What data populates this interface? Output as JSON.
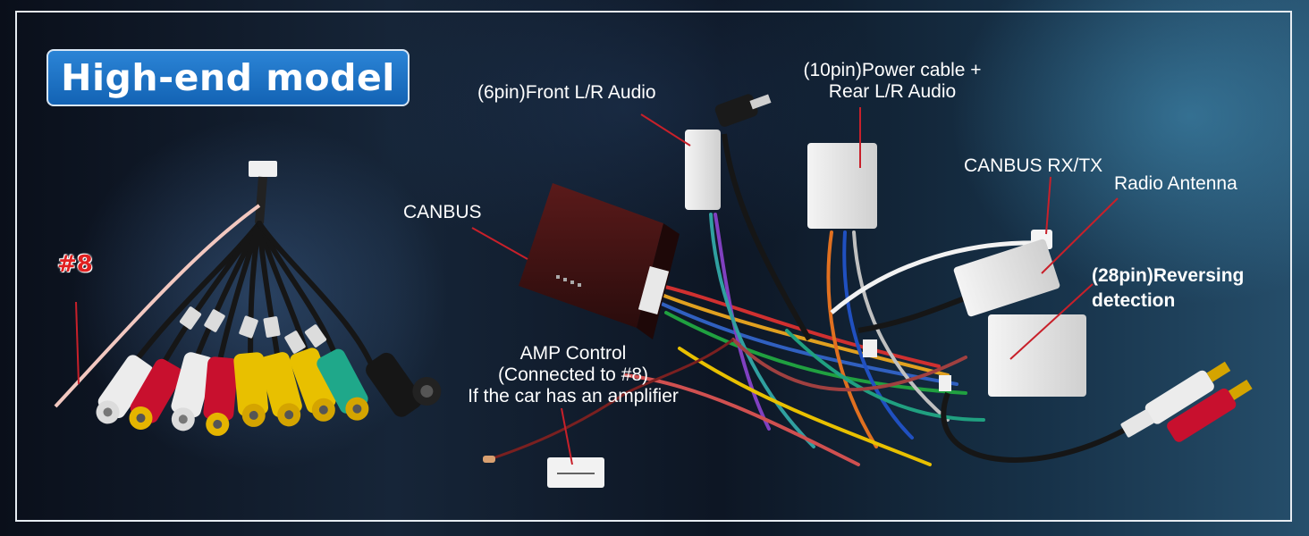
{
  "title": "High-end model",
  "labels": {
    "tag8": "#8",
    "canbus": "CANBUS",
    "front_audio": "(6pin)Front L/R Audio",
    "power_line1": "(10pin)Power cable +",
    "power_line2": "Rear L/R Audio",
    "canbus_rxtx": "CANBUS RX/TX",
    "radio_antenna": "Radio Antenna",
    "reversing_line1": "(28pin)Reversing",
    "reversing_line2": "detection",
    "amp_line1": "AMP Control",
    "amp_line2": "(Connected to #8)",
    "amp_line3": "If the car has an amplifier"
  },
  "colors": {
    "badge": "#1a6fc4",
    "callout_line": "#c8202a",
    "tag8": "#e02020",
    "rca_white": "#eeeeee",
    "rca_red": "#c8102e",
    "rca_yellow": "#e8c000",
    "rca_green": "#1fa88a"
  }
}
